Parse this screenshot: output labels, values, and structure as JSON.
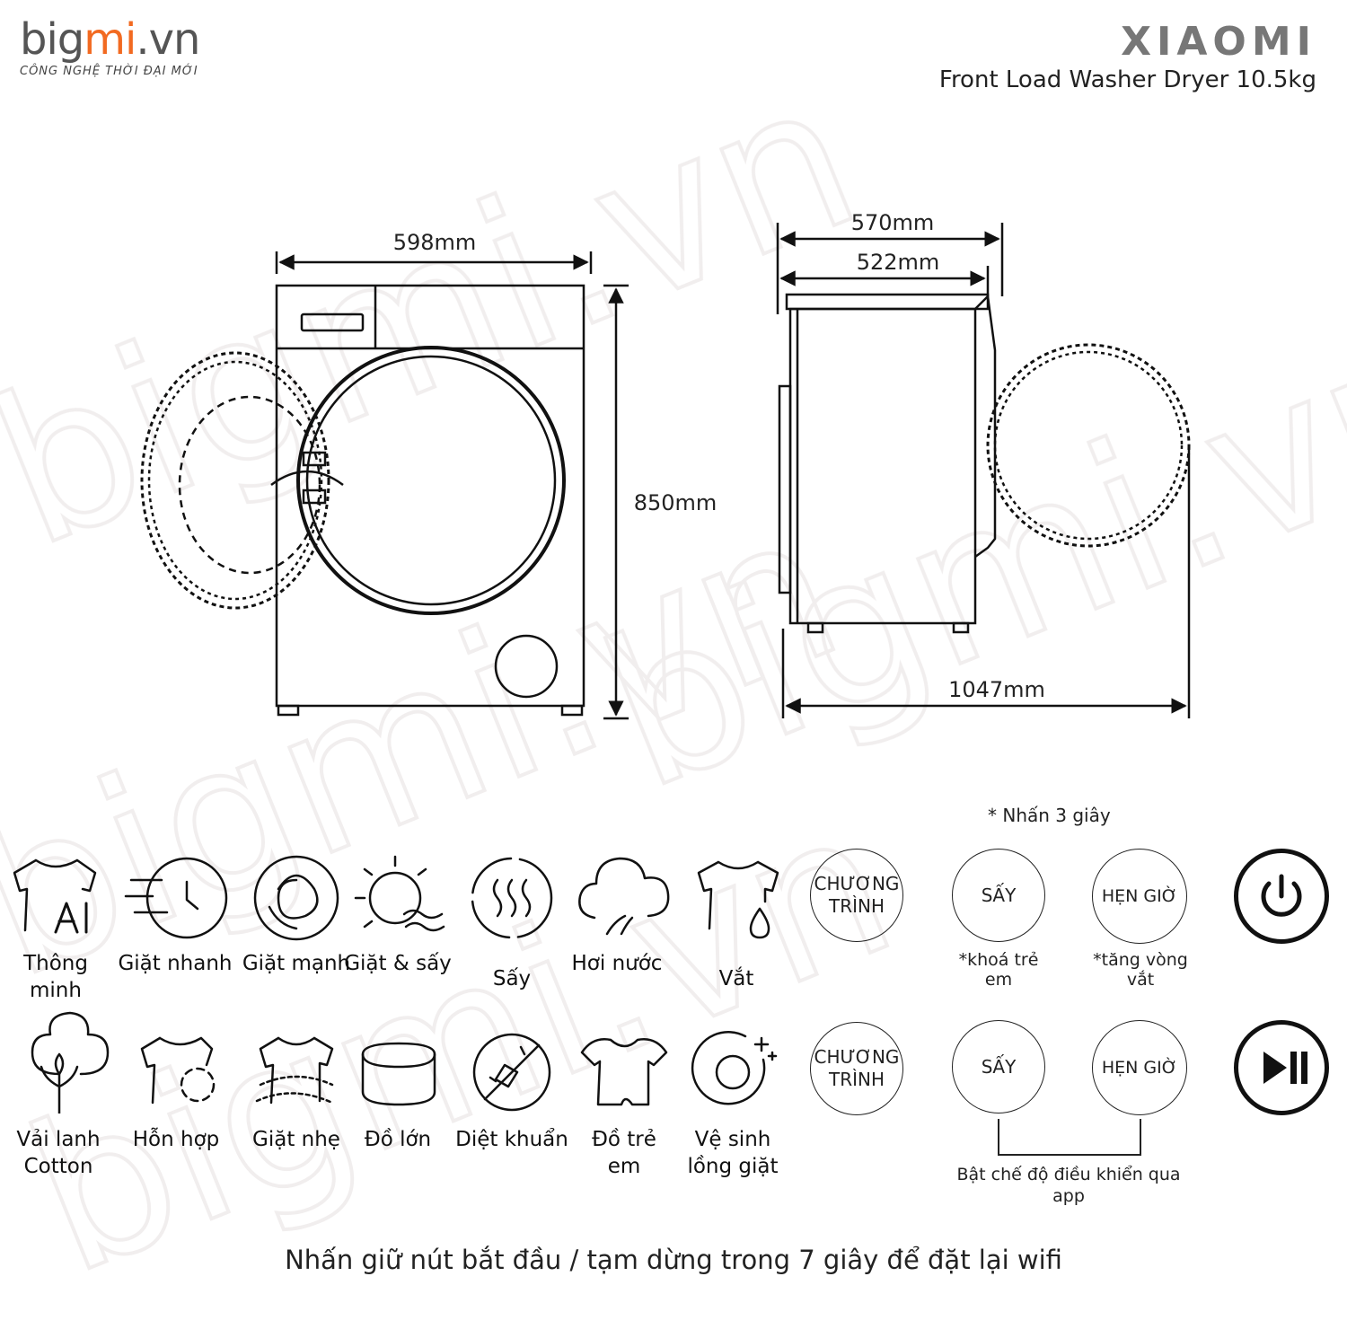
{
  "header": {
    "logo_prefix": "big",
    "logo_accent": "mi",
    "logo_suffix": ".vn",
    "logo_tagline": "CÔNG NGHỆ THỜI ĐẠI MỚI",
    "brand": "XIAOMI",
    "model": "Front Load Washer Dryer 10.5kg"
  },
  "dimensions": {
    "width": "598mm",
    "height": "850mm",
    "depth_total": "570mm",
    "depth_body": "522mm",
    "depth_door_open": "1047mm"
  },
  "watermark": "bigmi.vn",
  "panel": {
    "hint_top": "*  Nhấn 3 giây",
    "row1": [
      {
        "icon": "ai-shirt-icon",
        "label": "Thông minh"
      },
      {
        "icon": "quick-wash-icon",
        "label": "Giặt nhanh"
      },
      {
        "icon": "heavy-wash-icon",
        "label": "Giặt mạnh"
      },
      {
        "icon": "wash-dry-icon",
        "label": "Giặt & sấy"
      },
      {
        "icon": "dry-icon",
        "label": "Sấy"
      },
      {
        "icon": "steam-icon",
        "label": "Hơi nước"
      },
      {
        "icon": "spin-icon",
        "label": "Vắt"
      }
    ],
    "row2": [
      {
        "icon": "cotton-icon",
        "label": "Vải lanh Cotton"
      },
      {
        "icon": "mixed-icon",
        "label": "Hỗn hợp"
      },
      {
        "icon": "delicate-icon",
        "label": "Giặt nhẹ"
      },
      {
        "icon": "bulky-icon",
        "label": "Đồ lớn"
      },
      {
        "icon": "sanitize-icon",
        "label": "Diệt khuẩn"
      },
      {
        "icon": "baby-icon",
        "label": "Đồ trẻ em"
      },
      {
        "icon": "drum-clean-icon",
        "label": "Vệ sinh lồng giặt"
      }
    ],
    "buttons": {
      "program": "CHƯƠNG TRÌNH",
      "dry": "SẤY",
      "timer": "HẸN GIỜ",
      "child_lock_note": "*khoá trẻ em",
      "extra_spin_note": "*tăng vòng vắt",
      "app_control_note": "Bật chế độ điều khiển qua app"
    },
    "power_icon": "power-icon",
    "start_pause_icon": "play-pause-icon"
  },
  "footer": "Nhấn giữ nút bắt đầu / tạm dừng trong 7 giây để đặt lại wifi"
}
